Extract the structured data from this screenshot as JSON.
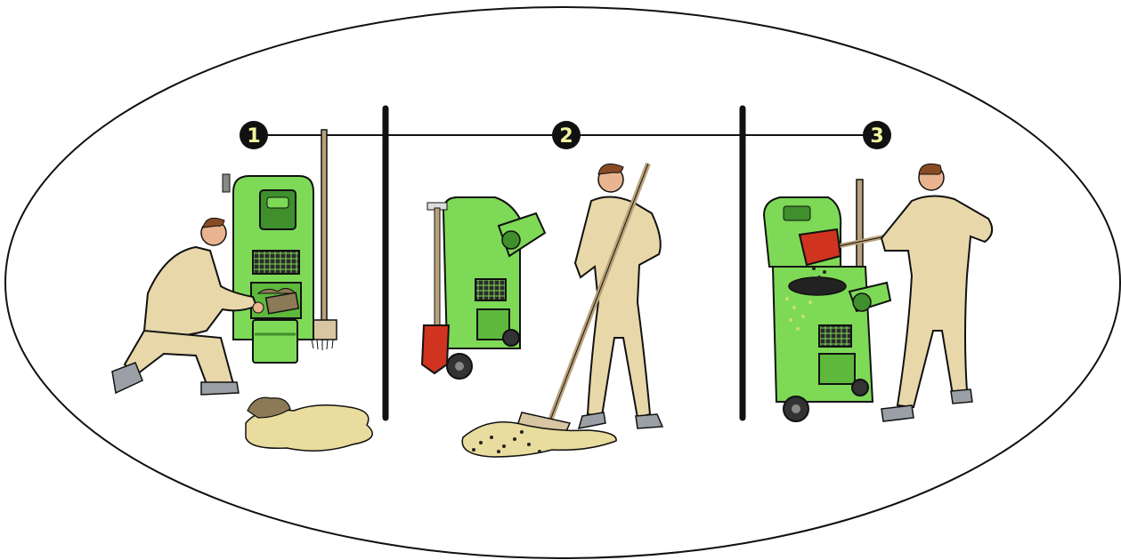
{
  "steps": [
    {
      "number": "1"
    },
    {
      "number": "2"
    },
    {
      "number": "3"
    }
  ],
  "colors": {
    "bin_green": "#7ed957",
    "bin_dark": "#3f8f2c",
    "overall": "#e8d7a8",
    "overall_shadow": "#c9b27e",
    "skin": "#e9b48f",
    "hair": "#8a4a24",
    "shovel": "#d0331f",
    "spill": "#e8dc9e",
    "ink": "#111111",
    "badge_text": "#f4f4a0"
  },
  "icons": [
    "spill-kit-bin-icon",
    "worker-icon",
    "shovel-icon",
    "broom-icon",
    "spill-puddle-icon"
  ]
}
